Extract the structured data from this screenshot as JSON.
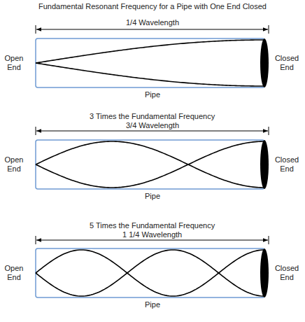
{
  "diagram": {
    "title": "Fundamental Resonant Frequency for a Pipe with One End Closed",
    "labels": [
      "1/4 Wavelength",
      "Open End",
      "Closed End",
      "Pipe",
      "3 Times the Fundamental Frequency",
      "3/4 Wavelength",
      "Open End",
      "Closed End",
      "Pipe",
      "5 Times the Fundamental Frequency",
      "1 1/4 Wavelength",
      "Open End",
      "Closed End",
      "Pipe"
    ]
  }
}
